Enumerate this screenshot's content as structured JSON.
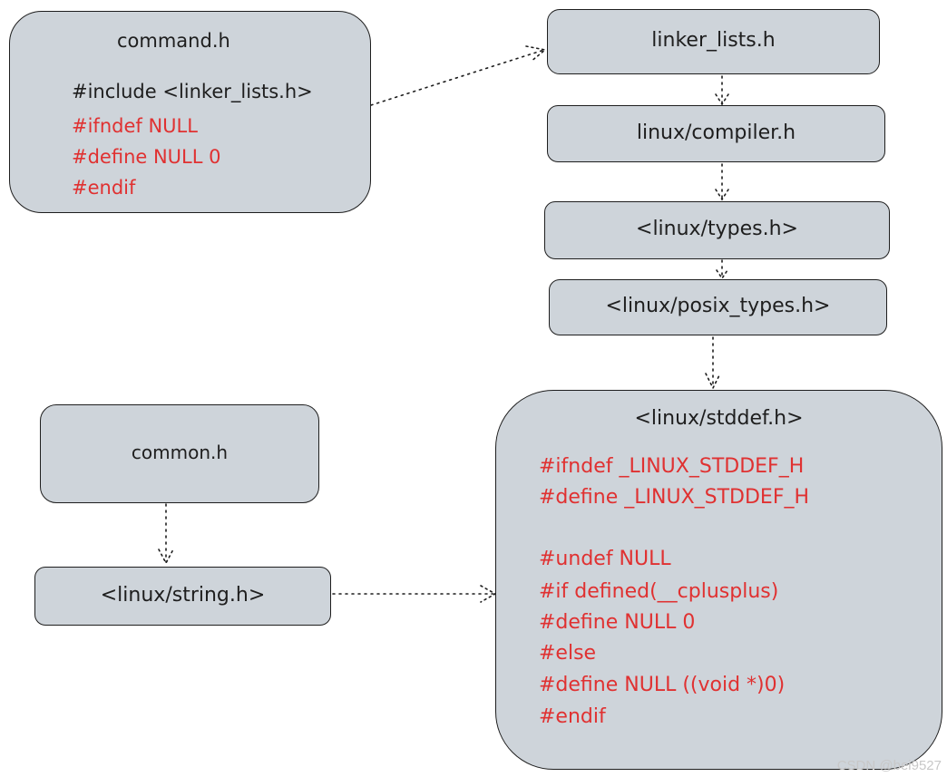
{
  "nodes": {
    "command_h": {
      "title": "command.h",
      "include_line": "#include <linker_lists.h>",
      "code_lines": [
        "#ifndef NULL",
        "#define NULL 0",
        "#endif"
      ]
    },
    "linker_lists_h": {
      "label": "linker_lists.h"
    },
    "linux_compiler_h": {
      "label": "linux/compiler.h"
    },
    "linux_types_h": {
      "label": "<linux/types.h>"
    },
    "linux_posix_types_h": {
      "label": "<linux/posix_types.h>"
    },
    "common_h": {
      "label": "common.h"
    },
    "linux_string_h": {
      "label": "<linux/string.h>"
    },
    "linux_stddef_h": {
      "title": "<linux/stddef.h>",
      "code_lines": [
        "#ifndef _LINUX_STDDEF_H",
        "#define _LINUX_STDDEF_H",
        "",
        "#undef NULL",
        "#if defined(__cplusplus)",
        "#define NULL 0",
        "#else",
        "#define NULL ((void *)0)",
        "#endif"
      ]
    }
  },
  "edges": [
    {
      "from": "command_h",
      "to": "linker_lists_h",
      "style": "dotted-arrow"
    },
    {
      "from": "linker_lists_h",
      "to": "linux_compiler_h",
      "style": "dotted-arrow"
    },
    {
      "from": "linux_compiler_h",
      "to": "linux_types_h",
      "style": "dotted-arrow"
    },
    {
      "from": "linux_types_h",
      "to": "linux_posix_types_h",
      "style": "dotted-arrow"
    },
    {
      "from": "linux_posix_types_h",
      "to": "linux_stddef_h",
      "style": "dotted-arrow"
    },
    {
      "from": "common_h",
      "to": "linux_string_h",
      "style": "dotted-arrow"
    },
    {
      "from": "linux_string_h",
      "to": "linux_stddef_h",
      "style": "dotted-arrow"
    }
  ],
  "colors": {
    "box_fill": "#ced4da",
    "stroke": "#1e1e1e",
    "code_red": "#e03131"
  },
  "watermark": "CSDN @bei9527"
}
